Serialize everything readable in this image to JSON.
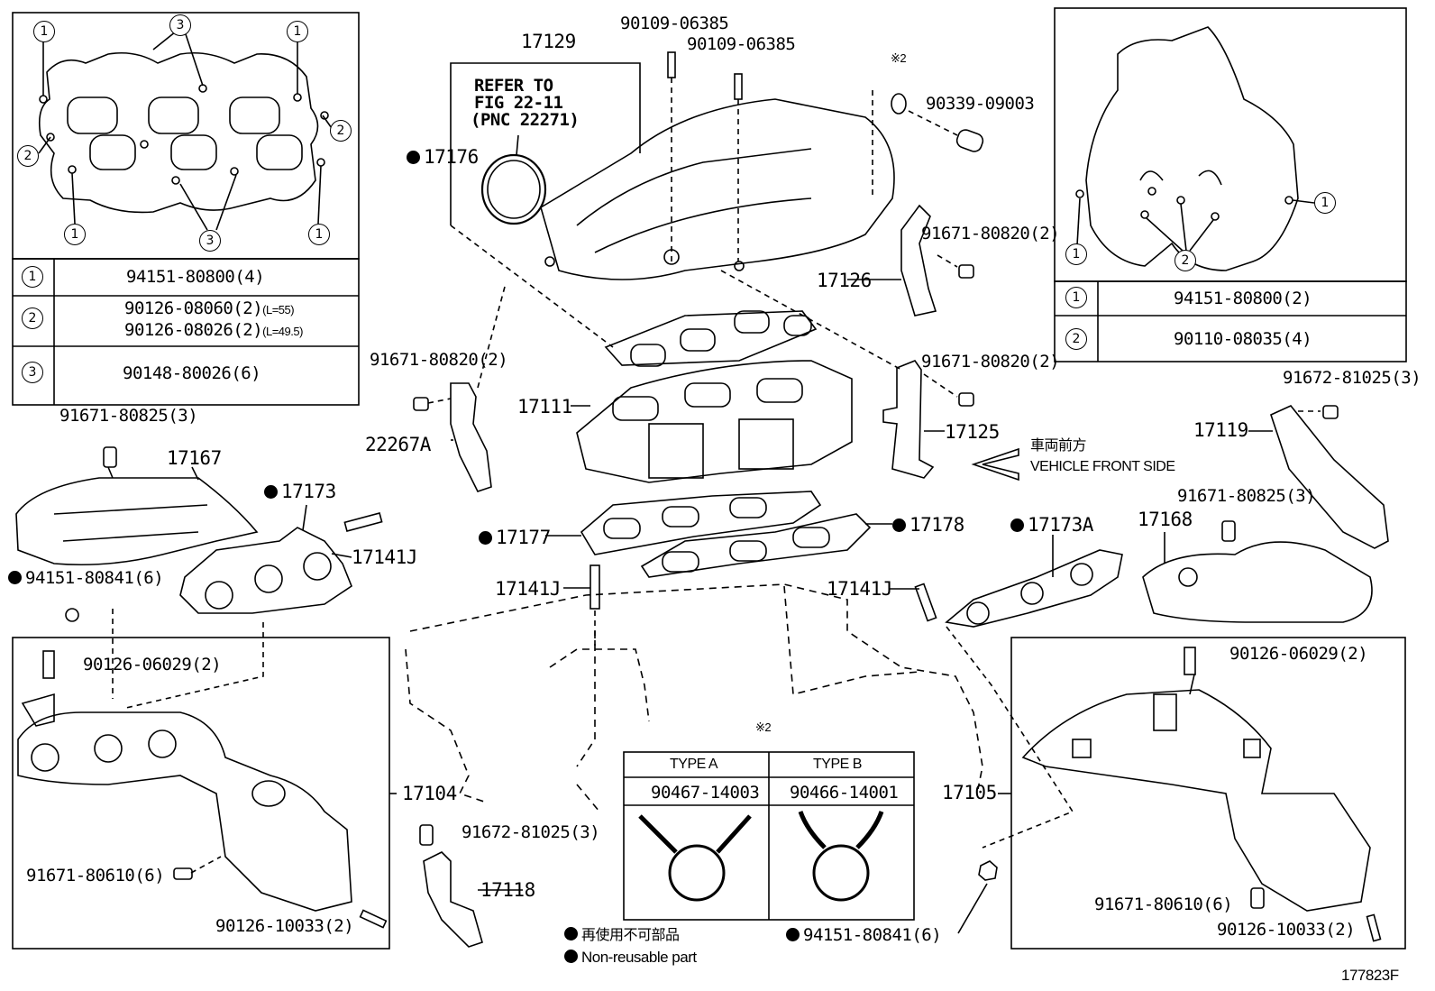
{
  "figure_id": "177823F",
  "top_left": {
    "callouts": [
      "1",
      "1",
      "1",
      "1",
      "2",
      "2",
      "3",
      "3"
    ],
    "rows": [
      {
        "num": "1",
        "part": "94151-80800(4)"
      },
      {
        "num": "2",
        "part": "90126-08060(2)",
        "note": "(L=55)",
        "part2": "90126-08026(2)",
        "note2": "(L=49.5)"
      },
      {
        "num": "3",
        "part": "90148-80026(6)"
      }
    ]
  },
  "top_right": {
    "callouts": [
      "1",
      "1",
      "2"
    ],
    "rows": [
      {
        "num": "1",
        "part": "94151-80800(2)"
      },
      {
        "num": "2",
        "part": "90110-08035(4)"
      }
    ]
  },
  "labels": {
    "p17129": "17129",
    "refer1": "REFER TO",
    "refer2": "FIG 22-11",
    "refer3": "(PNC 22271)",
    "p17176": "17176",
    "p90109a": "90109-06385",
    "p90109b": "90109-06385",
    "mark2_top": "※2",
    "p90339": "90339-09003",
    "p91671_80820_a": "91671-80820(2)",
    "p17126": "17126",
    "p91671_80820_b": "91671-80820(2)",
    "p91671_80820_c": "91671-80820(2)",
    "p17111": "17111",
    "p22267A": "22267A",
    "p17125": "17125",
    "front_jp": "車両前方",
    "front_en": "VEHICLE FRONT SIDE",
    "p91671_80825_a": "91671-80825(3)",
    "p17167": "17167",
    "p17173": "17173",
    "p17141J_a": "17141J",
    "p94151_80841_a": "94151-80841(6)",
    "p17177": "17177",
    "p17178": "17178",
    "p17173A": "17173A",
    "p17141J_b": "17141J",
    "p17141J_c": "17141J",
    "p91672_81025_a": "91672-81025(3)",
    "p17119": "17119",
    "p91671_80825_b": "91671-80825(3)",
    "p17168": "17168",
    "p90126_06029_a": "90126-06029(2)",
    "p17104": "17104",
    "p91671_80610_a": "91671-80610(6)",
    "p90126_10033_a": "90126-10033(2)",
    "p91672_81025_b": "91672-81025(3)",
    "p17118": "17118",
    "mark2_mid": "※2",
    "p17105": "17105",
    "p90126_06029_b": "90126-06029(2)",
    "p91671_80610_b": "91671-80610(6)",
    "p90126_10033_b": "90126-10033(2)",
    "p94151_80841_b": "94151-80841(6)"
  },
  "clip_table": {
    "type_a": "TYPE A",
    "type_b": "TYPE B",
    "part_a": "90467-14003",
    "part_b": "90466-14001"
  },
  "legend": {
    "jp": "再使用不可部品",
    "en": "Non-reusable part"
  }
}
